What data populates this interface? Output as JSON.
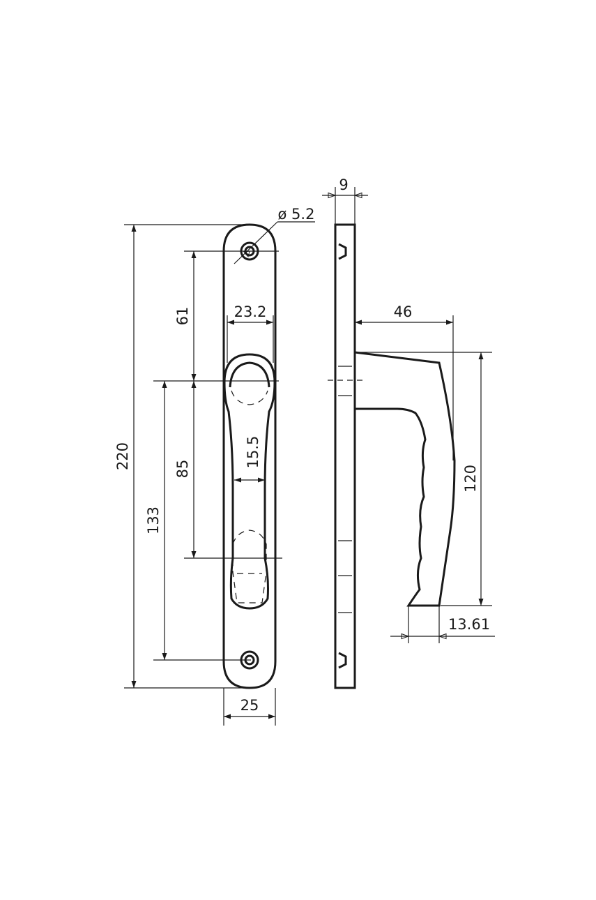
{
  "dimensions": {
    "top_width": "9",
    "hole_diameter": "ø 5.2",
    "upper_distance": "61",
    "spindle_width": "23.2",
    "projection": "46",
    "overall_height": "220",
    "spindle_to_lower_hole": "85",
    "lever_width": "15.5",
    "lever_length": "120",
    "hole_spacing": "133",
    "tip_width": "13.61",
    "plate_width": "25"
  },
  "colors": {
    "line": "#1a1a1a",
    "background": "#ffffff"
  }
}
